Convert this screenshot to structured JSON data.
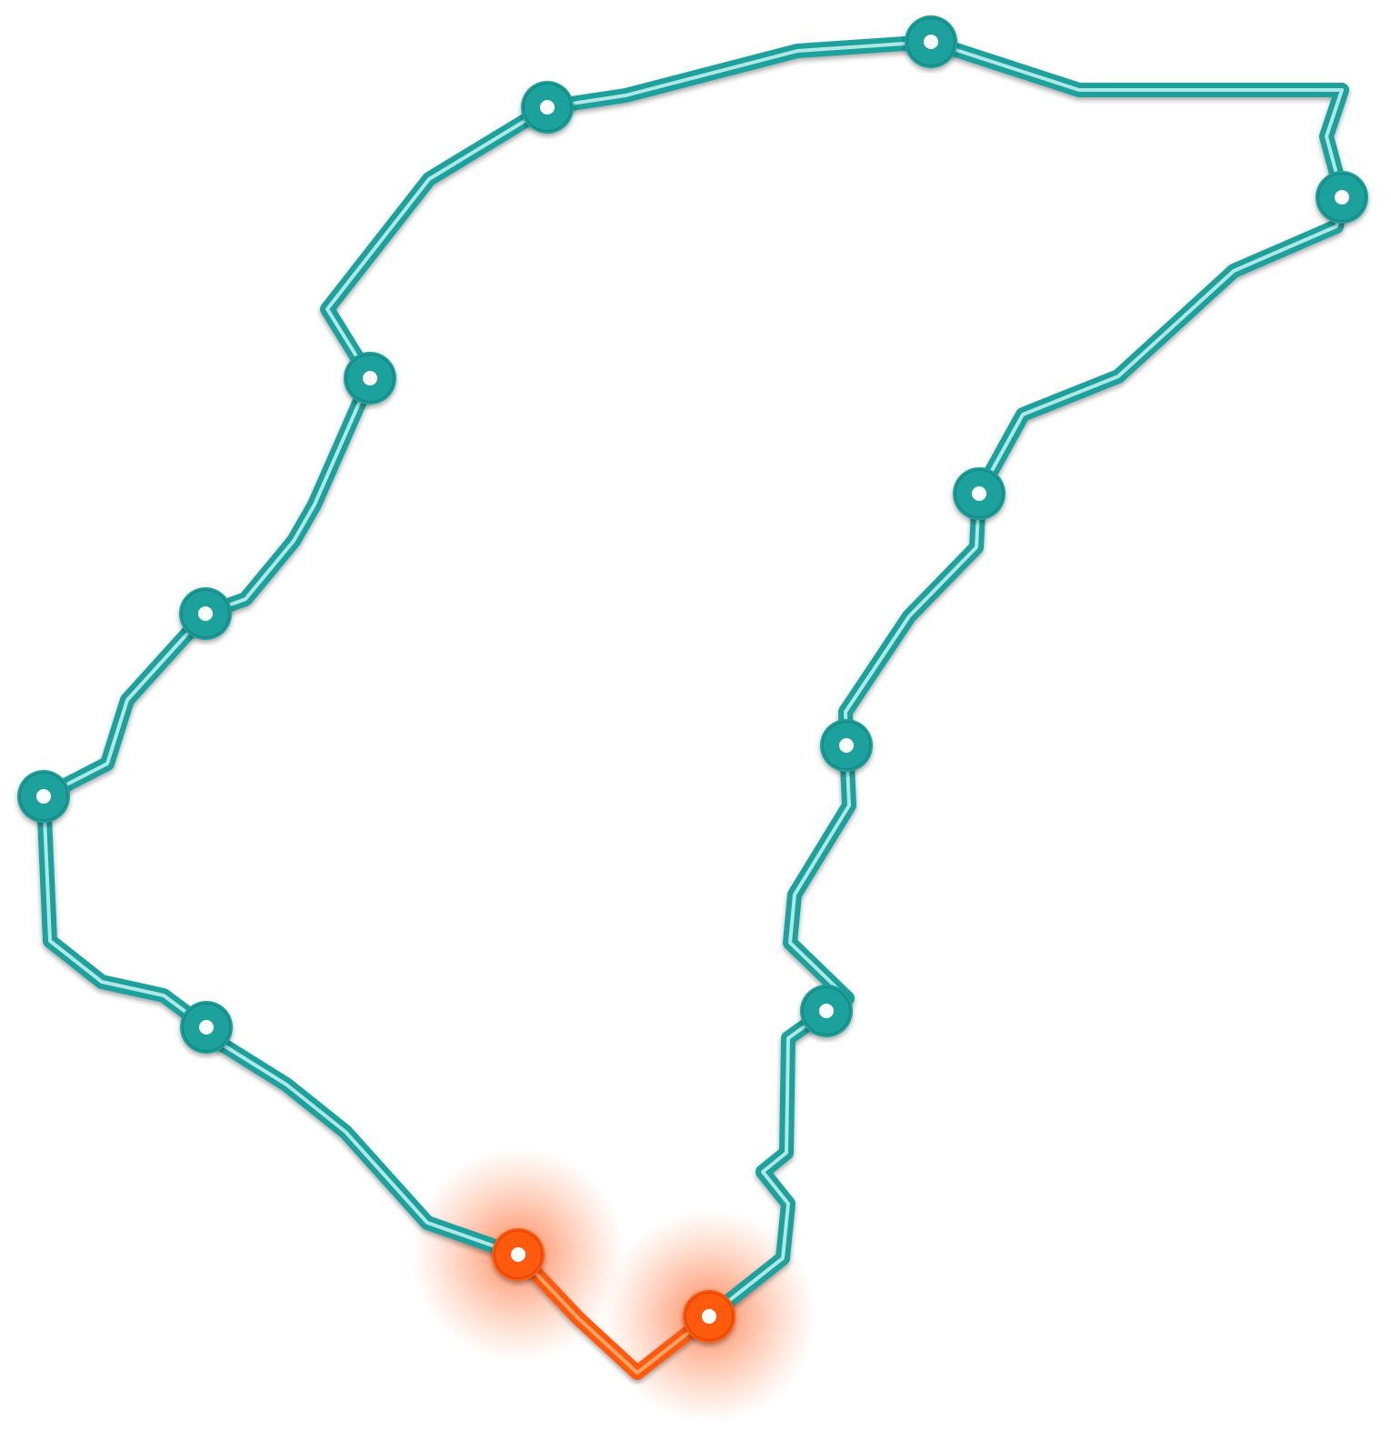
{
  "map": {
    "colors": {
      "route": "#1fa19c",
      "route_dark": "#178c88",
      "route_highlight": "#bff0ec",
      "selected_segment": "#ff5a0a",
      "selected_highlight": "#ffb27a",
      "selected_glow": "#ff6a2a",
      "node_center": "#ffffff",
      "background": "#ffffff"
    },
    "route": {
      "icon": "route-line",
      "closed_loop": true
    },
    "stations": [
      {
        "id": "station-1",
        "icon": "station-dot",
        "selected": false
      },
      {
        "id": "station-2",
        "icon": "station-dot",
        "selected": false
      },
      {
        "id": "station-3",
        "icon": "station-dot",
        "selected": false
      },
      {
        "id": "station-4",
        "icon": "station-dot",
        "selected": false
      },
      {
        "id": "station-5",
        "icon": "station-dot",
        "selected": false
      },
      {
        "id": "station-6",
        "icon": "station-dot",
        "selected": false
      },
      {
        "id": "station-7",
        "icon": "station-dot",
        "selected": true
      },
      {
        "id": "station-8",
        "icon": "station-dot",
        "selected": true
      },
      {
        "id": "station-9",
        "icon": "station-dot",
        "selected": false
      },
      {
        "id": "station-10",
        "icon": "station-dot",
        "selected": false
      },
      {
        "id": "station-11",
        "icon": "station-dot",
        "selected": false
      },
      {
        "id": "station-12",
        "icon": "station-dot",
        "selected": false
      }
    ],
    "selected_segment": {
      "from": "station-7",
      "to": "station-8"
    }
  }
}
